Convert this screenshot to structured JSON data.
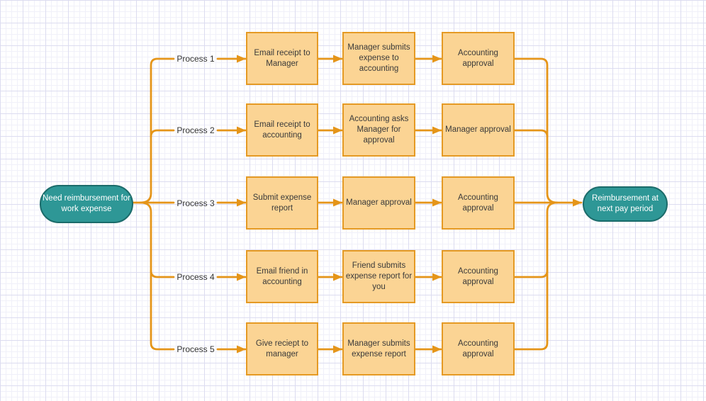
{
  "canvas": {
    "background_color": "#ffffff",
    "grid_major_color": "#dcdcf0",
    "grid_minor_color": "#f0f0f9"
  },
  "colors": {
    "process_fill": "#fbd494",
    "process_border": "#e59a24",
    "connector": "#e59519",
    "terminal_fill": "#2e9796",
    "terminal_border": "#1b6b6a",
    "terminal_text": "#ffffff",
    "step_text": "#3a3a3a"
  },
  "diagram": {
    "start": {
      "label": "Need reimbursement for work expense"
    },
    "end": {
      "label": "Reimbursement at next pay period"
    },
    "rows": [
      {
        "label": "Process 1",
        "steps": [
          "Email receipt to Manager",
          "Manager submits expense to accounting",
          "Accounting approval"
        ]
      },
      {
        "label": "Process 2",
        "steps": [
          "Email receipt to accounting",
          "Accounting asks Manager for approval",
          "Manager approval"
        ]
      },
      {
        "label": "Process 3",
        "steps": [
          "Submit expense report",
          "Manager approval",
          "Accounting approval"
        ]
      },
      {
        "label": "Process 4",
        "steps": [
          "Email friend in accounting",
          "Friend submits expense report for you",
          "Accounting approval"
        ]
      },
      {
        "label": "Process 5",
        "steps": [
          "Give reciept to manager",
          "Manager submits expense report",
          "Accounting approval"
        ]
      }
    ]
  }
}
